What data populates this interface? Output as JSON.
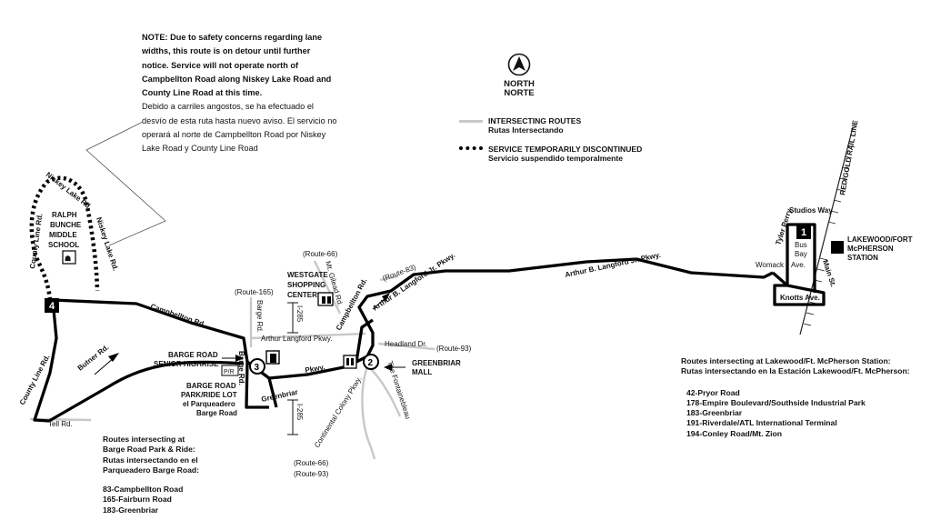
{
  "note": {
    "english": "NOTE: Due to safety concerns regarding lane widths, this route is on detour until further notice. Service will not operate north of Campbellton Road along Niskey Lake Road and County Line Road at this time.",
    "spanish": "Debido a carriles angostos, se ha efectuado el desvío de esta ruta hasta nuevo aviso. El servicio no operará al norte de Campbellton Road por Niskey Lake Road y County Line Road"
  },
  "north": {
    "line1": "NORTH",
    "line2": "NORTE",
    "icon": "north-arrow-icon"
  },
  "legend": {
    "intersecting": {
      "label": "INTERSECTING ROUTES",
      "sublabel": "Rutas Intersectando",
      "color": "#c8c8c8"
    },
    "discontinued": {
      "label": "SERVICE TEMPORARILY DISCONTINUED",
      "sublabel": "Servicio suspendido temporalmente",
      "color": "#000000"
    }
  },
  "streets": {
    "county_line_n": "County Line Rd.",
    "niskey_lake_1": "Niskey Lake Rd.",
    "niskey_lake_2": "Niskey Lake Rd.",
    "campbellton": "Campbellton Rd.",
    "campbellton_2": "Campbellton Rd.",
    "butner": "Butner Rd.",
    "county_line_s": "County Line Rd.",
    "tell": "Tell Rd.",
    "barge": "Barge Rd.",
    "barge_route": "Barge Rd.",
    "arthur_langford": "Arthur Langford Pkwy.",
    "arthur_langford_jr_1": "Arthur B. Langford Jr. Pkwy.",
    "arthur_langford_jr_2": "Arthur B. Langford Jr. Pkwy.",
    "mt_gilead": "Mt. Gilead Rd.",
    "headland": "Headland Dr.",
    "greenbriar_pkwy_1": "Greenbriar",
    "greenbriar_pkwy_2": "Pkwy.",
    "continental": "Continental Colony Pkwy.",
    "fontainebleau": "The Fontainebleau",
    "i285_n": "I-285",
    "i285_s": "I-285",
    "studios": "Studios Way",
    "tyler_perry": "Tyler Perry",
    "womack": "Womack",
    "ave": "Ave.",
    "knotts": "Knotts Ave.",
    "main": "Main St.",
    "rail": "RED/GOLD RAIL LINE"
  },
  "route_refs": {
    "r66_top": "(Route-66)",
    "r83": "(Route-83)",
    "r165": "(Route-165)",
    "r93_right": "(Route-93)",
    "r66_bottom": "(Route-66)",
    "r93_bottom": "(Route-93)"
  },
  "places": {
    "ralph_bunche": [
      "RALPH",
      "BUNCHE",
      "MIDDLE",
      "SCHOOL"
    ],
    "westgate": [
      "WESTGATE",
      "SHOPPING",
      "CENTER"
    ],
    "barge_senior": [
      "BARGE ROAD",
      "SENIOR HIGHRISE"
    ],
    "barge_park": [
      "BARGE ROAD",
      "PARK/RIDE LOT",
      "el Parqueadero",
      "Barge Road"
    ],
    "greenbriar_mall": [
      "GREENBRIAR",
      "MALL"
    ],
    "lakewood": [
      "LAKEWOOD/FORT",
      "McPHERSON",
      "STATION"
    ],
    "bus_bay": [
      "Bus",
      "Bay"
    ],
    "pr_badge": "P/R"
  },
  "timepoints": [
    "1",
    "2",
    "3",
    "4"
  ],
  "lakewood_box": {
    "title_en": "Routes intersecting at Lakewood/Ft. McPherson Station:",
    "title_es": "Rutas intersectando en la Estación Lakewood/Ft. McPherson:",
    "routes": [
      "42-Pryor Road",
      "178-Empire Boulevard/Southside Industrial Park",
      "183-Greenbriar",
      "191-Riverdale/ATL International Terminal",
      "194-Conley Road/Mt. Zion"
    ]
  },
  "barge_box": {
    "title_lines": [
      "Routes intersecting at",
      "Barge Road Park & Ride:",
      "Rutas intersectando en el",
      "Parqueadero Barge Road:"
    ],
    "routes": [
      "83-Campbellton Road",
      "165-Fairburn Road",
      "183-Greenbriar"
    ]
  }
}
